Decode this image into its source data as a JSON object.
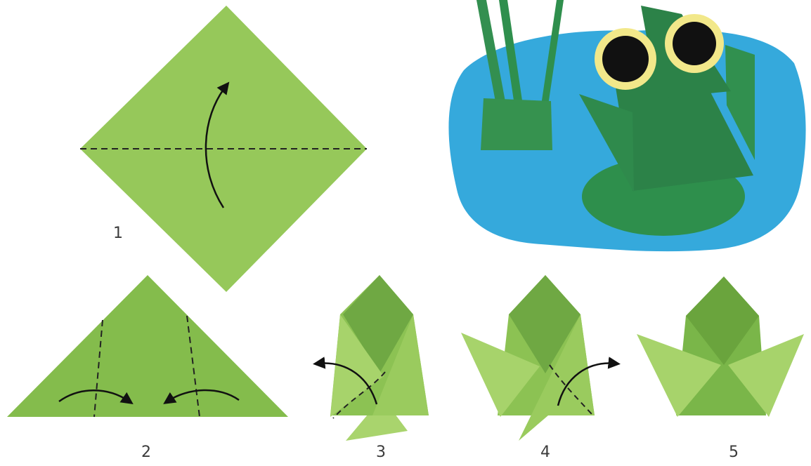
{
  "steps": [
    {
      "number": "1"
    },
    {
      "number": "2"
    },
    {
      "number": "3"
    },
    {
      "number": "4"
    },
    {
      "number": "5"
    }
  ],
  "colors": {
    "paper_light": "#9ccc5e",
    "paper_mid": "#86bd4e",
    "paper_dark": "#6aa43d",
    "frog_dark": "#2e8b4a",
    "frog_mid": "#3a9a55",
    "pond_blue": "#35a9dc",
    "eye_yellow": "#f2e88a",
    "eye_black": "#111111",
    "fold_line": "#222222"
  }
}
